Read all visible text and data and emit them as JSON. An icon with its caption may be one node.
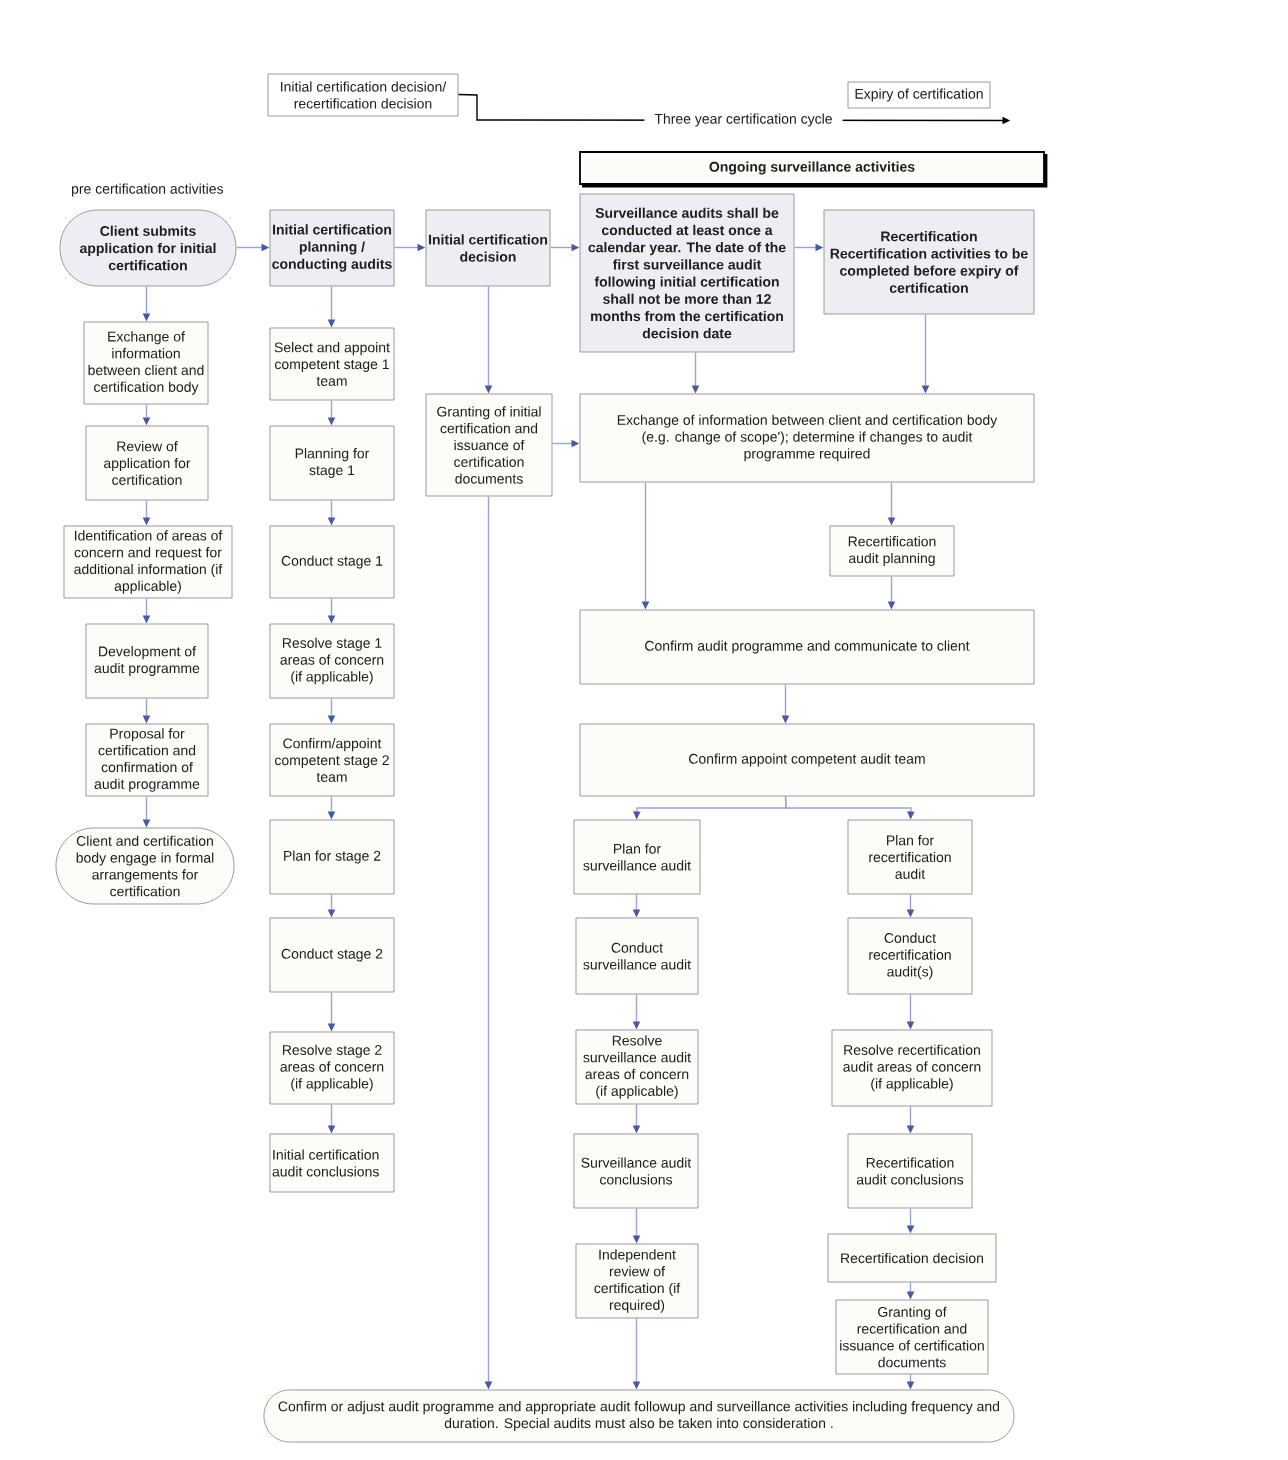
{
  "diagram": {
    "nodes": [
      {
        "text": [
          "Initial certification decision/ recertification decision"
        ]
      },
      {
        "text": [
          "Expiry of certification"
        ]
      },
      {
        "text": [
          "Ongoing surveillance activities"
        ]
      },
      {
        "text": [
          "Client submits application for initial certification"
        ]
      },
      {
        "text": [
          "Initial certification planning / conducting audits"
        ]
      },
      {
        "text": [
          "Initial certification decision"
        ]
      },
      {
        "text": [
          "Surveillance audits shall be conducted at least once a calendar year. The date of the first surveillance audit following initial certification shall not be more than 12 months from the certification decision date"
        ]
      },
      {
        "text": [
          "Recertification",
          "Recertification activities to be completed before expiry of certification"
        ]
      },
      {
        "text": [
          "Exchange of information between client and certification body"
        ]
      },
      {
        "text": [
          "Review of application for certification"
        ]
      },
      {
        "text": [
          "Identification of areas of concern and request for additional information (if applicable)"
        ]
      },
      {
        "text": [
          "Development of audit programme"
        ]
      },
      {
        "text": [
          "Proposal for certification and confirmation of audit programme"
        ]
      },
      {
        "text": [
          "Client and certification body engage in formal arrangements for certification"
        ]
      },
      {
        "text": [
          "Select and appoint competent stage 1 team"
        ]
      },
      {
        "text": [
          "Planning for stage 1"
        ]
      },
      {
        "text": [
          "Conduct stage 1"
        ]
      },
      {
        "text": [
          "Resolve stage 1 areas of concern (if applicable)"
        ]
      },
      {
        "text": [
          "Confirm/appoint competent stage 2 team"
        ]
      },
      {
        "text": [
          "Plan for stage 2"
        ]
      },
      {
        "text": [
          "Conduct stage 2"
        ]
      },
      {
        "text": [
          "Resolve stage 2 areas of concern (if applicable)"
        ]
      },
      {
        "text": [
          "Initial certification audit conclusions"
        ]
      },
      {
        "text": [
          "Granting of initial certification and issuance of certification documents"
        ]
      },
      {
        "text": [
          "Exchange of information between client and certification body (e.g. change of scope'); determine if changes to audit programme required"
        ]
      },
      {
        "text": [
          "Recertification audit planning"
        ]
      },
      {
        "text": [
          "Confirm audit programme and communicate to client"
        ]
      },
      {
        "text": [
          "Confirm appoint competent audit team"
        ]
      },
      {
        "text": [
          "Plan for surveillance audit"
        ]
      },
      {
        "text": [
          "Conduct surveillance audit"
        ]
      },
      {
        "text": [
          "Resolve surveillance audit areas of concern (if applicable)"
        ]
      },
      {
        "text": [
          "Surveillance audit conclusions"
        ]
      },
      {
        "text": [
          "Independent review of certification (if required)"
        ]
      },
      {
        "text": [
          "Plan for recertification audit"
        ]
      },
      {
        "text": [
          "Conduct recertification audit(s)"
        ]
      },
      {
        "text": [
          "Resolve recertification audit areas of concern (if applicable)"
        ]
      },
      {
        "text": [
          "Recertification audit conclusions"
        ]
      },
      {
        "text": [
          "Recertification decision"
        ]
      },
      {
        "text": [
          "Granting of recertification and issuance of certification documents"
        ]
      },
      {
        "text": [
          "Confirm or adjust audit programme and appropriate audit followup and surveillance activities including frequency and duration. Special audits must also be taken into consideration ."
        ]
      }
    ],
    "edges": [
      {
        "from": 0,
        "to": 1,
        "arrow": "to",
        "label": "Three year certification cycle",
        "color": "#000000"
      },
      {
        "from": 3,
        "to": 4,
        "arrow": "to"
      },
      {
        "from": 4,
        "to": 5,
        "arrow": "to"
      },
      {
        "from": 5,
        "to": 6,
        "arrow": "to"
      },
      {
        "from": 6,
        "to": 7,
        "arrow": "to"
      },
      {
        "from": 3,
        "to": 8,
        "arrow": "to"
      },
      {
        "from": 8,
        "to": 9,
        "arrow": "to"
      },
      {
        "from": 9,
        "to": 10,
        "arrow": "to"
      },
      {
        "from": 10,
        "to": 11,
        "arrow": "to"
      },
      {
        "from": 11,
        "to": 12,
        "arrow": "to"
      },
      {
        "from": 12,
        "to": 13,
        "arrow": "to"
      },
      {
        "from": 4,
        "to": 14,
        "arrow": "to"
      },
      {
        "from": 14,
        "to": 15,
        "arrow": "to"
      },
      {
        "from": 15,
        "to": 16,
        "arrow": "to"
      },
      {
        "from": 16,
        "to": 17,
        "arrow": "to"
      },
      {
        "from": 17,
        "to": 18,
        "arrow": "to"
      },
      {
        "from": 18,
        "to": 19,
        "arrow": "to"
      },
      {
        "from": 19,
        "to": 20,
        "arrow": "to"
      },
      {
        "from": 20,
        "to": 21,
        "arrow": "to"
      },
      {
        "from": 21,
        "to": 22,
        "arrow": "to"
      },
      {
        "from": 5,
        "to": 23,
        "arrow": "to"
      },
      {
        "from": 23,
        "to": 24,
        "arrow": "to"
      },
      {
        "from": 23,
        "to": 39,
        "arrow": "to"
      },
      {
        "from": 6,
        "to": 24,
        "arrow": "to"
      },
      {
        "from": 7,
        "to": 24,
        "arrow": "to"
      },
      {
        "from": 24,
        "to": 26,
        "arrow": "to"
      },
      {
        "from": 24,
        "to": 25,
        "arrow": "to"
      },
      {
        "from": 25,
        "to": 26,
        "arrow": "to"
      },
      {
        "from": 26,
        "to": 27,
        "arrow": "to"
      },
      {
        "from": 27,
        "to": 28,
        "arrow": "to"
      },
      {
        "from": 27,
        "to": 33,
        "arrow": "to"
      },
      {
        "from": 28,
        "to": 29,
        "arrow": "to"
      },
      {
        "from": 29,
        "to": 30,
        "arrow": "to"
      },
      {
        "from": 30,
        "to": 31,
        "arrow": "to"
      },
      {
        "from": 31,
        "to": 32,
        "arrow": "to"
      },
      {
        "from": 32,
        "to": 39,
        "arrow": "to"
      },
      {
        "from": 33,
        "to": 34,
        "arrow": "to"
      },
      {
        "from": 34,
        "to": 35,
        "arrow": "to"
      },
      {
        "from": 35,
        "to": 36,
        "arrow": "to"
      },
      {
        "from": 36,
        "to": 37,
        "arrow": "to"
      },
      {
        "from": 37,
        "to": 38,
        "arrow": "to"
      },
      {
        "from": 38,
        "to": 39,
        "arrow": "to"
      }
    ],
    "labels": [
      "pre certification activities"
    ]
  }
}
